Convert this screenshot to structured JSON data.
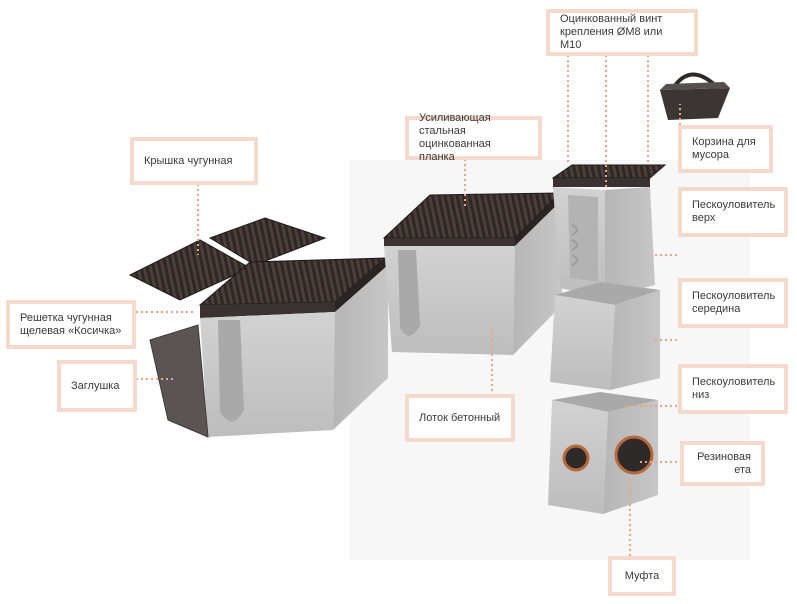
{
  "labels": {
    "kryshka": "Крышка  чугунная",
    "reshetka": "Решетка чугунная\nщелевая «Косичка»",
    "zaglushka": "Заглушка",
    "planka": "Усиливающая стальная\nоцинкованная планка",
    "lotok": "Лоток бетонный",
    "vint": "Оцинкованный винт\nкрепления ØМ8 или М10",
    "korzina": "Корзина для\nмусора",
    "verh": "Пескоуловитель\nверх",
    "seredina": "Пескоуловитель\nсередина",
    "niz": "Пескоуловитель\nниз",
    "rezina": "Резиновая\nета",
    "mufta": "Муфта"
  },
  "colors": {
    "label_border": "#f5d9cc",
    "leader": "#e8a58c",
    "concrete": "#c9c9c9",
    "cast_iron": "#3a3230"
  }
}
